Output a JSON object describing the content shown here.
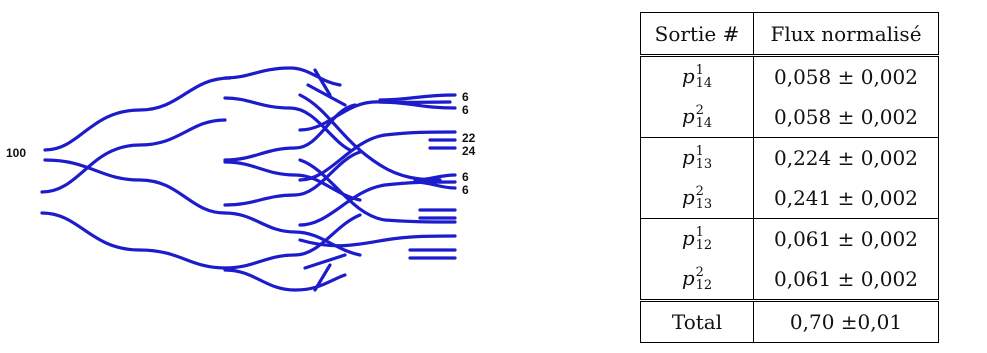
{
  "figure": {
    "input_label": "100",
    "output_labels": [
      "6",
      "6",
      "22",
      "24",
      "6",
      "6"
    ]
  },
  "table": {
    "headers": [
      "Sortie #",
      "Flux normalisé"
    ],
    "rows": [
      {
        "p": "p",
        "sup": "1",
        "sub": "14",
        "value": "0,058 ± 0,002"
      },
      {
        "p": "p",
        "sup": "2",
        "sub": "14",
        "value": "0,058 ± 0,002"
      },
      {
        "p": "p",
        "sup": "1",
        "sub": "13",
        "value": "0,224 ± 0,002"
      },
      {
        "p": "p",
        "sup": "2",
        "sub": "13",
        "value": "0,241 ± 0,002"
      },
      {
        "p": "p",
        "sup": "1",
        "sub": "12",
        "value": "0,061 ± 0,002"
      },
      {
        "p": "p",
        "sup": "2",
        "sub": "12",
        "value": "0,061 ± 0,002"
      }
    ],
    "total_label": "Total",
    "total_value": "0,70 ±0,01"
  }
}
